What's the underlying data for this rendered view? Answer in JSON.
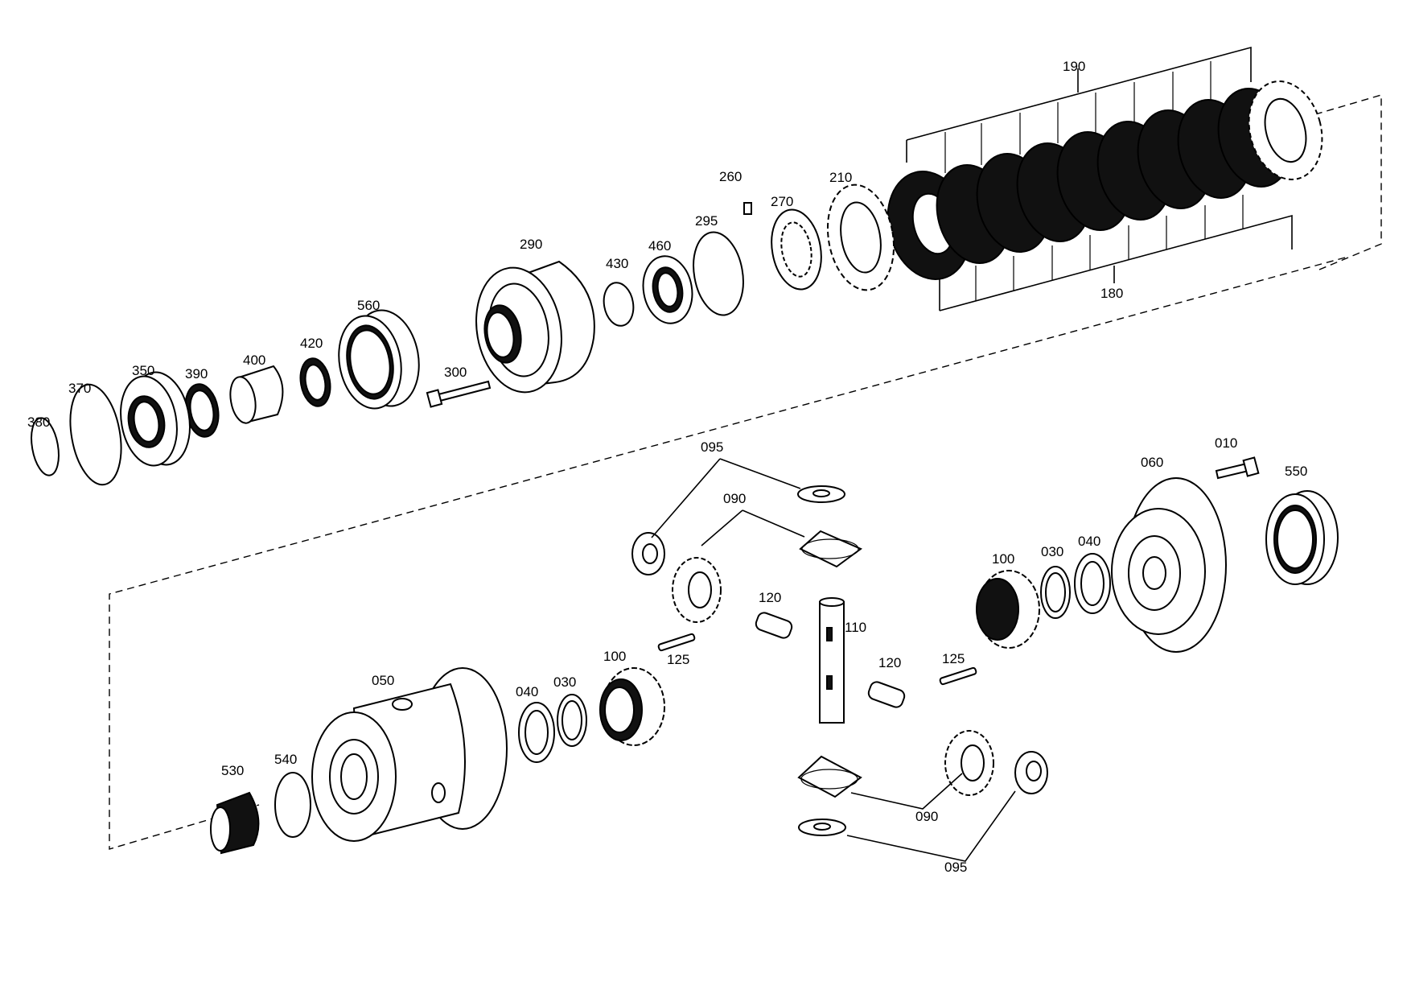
{
  "labels": {
    "l010": "010",
    "l030a": "030",
    "l030b": "030",
    "l040a": "040",
    "l040b": "040",
    "l050": "050",
    "l060": "060",
    "l090a": "090",
    "l090b": "090",
    "l095a": "095",
    "l095b": "095",
    "l100a": "100",
    "l100b": "100",
    "l110": "110",
    "l120a": "120",
    "l120b": "120",
    "l125a": "125",
    "l125b": "125",
    "l180": "180",
    "l190": "190",
    "l210": "210",
    "l260": "260",
    "l270": "270",
    "l290": "290",
    "l295": "295",
    "l300": "300",
    "l350": "350",
    "l370": "370",
    "l380": "380",
    "l390": "390",
    "l400": "400",
    "l420": "420",
    "l430": "430",
    "l460": "460",
    "l530": "530",
    "l540": "540",
    "l550": "550",
    "l560": "560"
  }
}
